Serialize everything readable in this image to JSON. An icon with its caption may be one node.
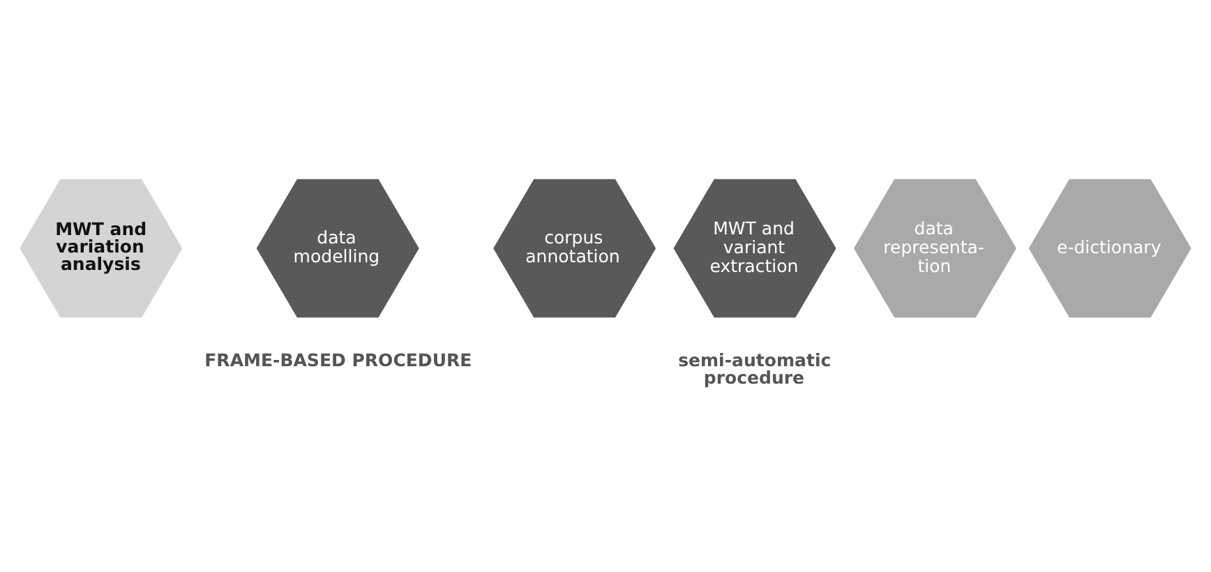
{
  "diagram": {
    "nodes": [
      {
        "text": [
          "MWT and variation analysis"
        ]
      },
      {
        "text": [
          "data modelling"
        ]
      },
      {
        "text": [
          "corpus annotation"
        ]
      },
      {
        "text": [
          "MWT and variant extraction"
        ]
      },
      {
        "text": [
          "data representa- tion"
        ]
      },
      {
        "text": [
          "e-dictionary"
        ]
      }
    ],
    "edges": [],
    "labels": [
      "FRAME-BASED PROCEDURE",
      "semi-automatic procedure"
    ]
  }
}
